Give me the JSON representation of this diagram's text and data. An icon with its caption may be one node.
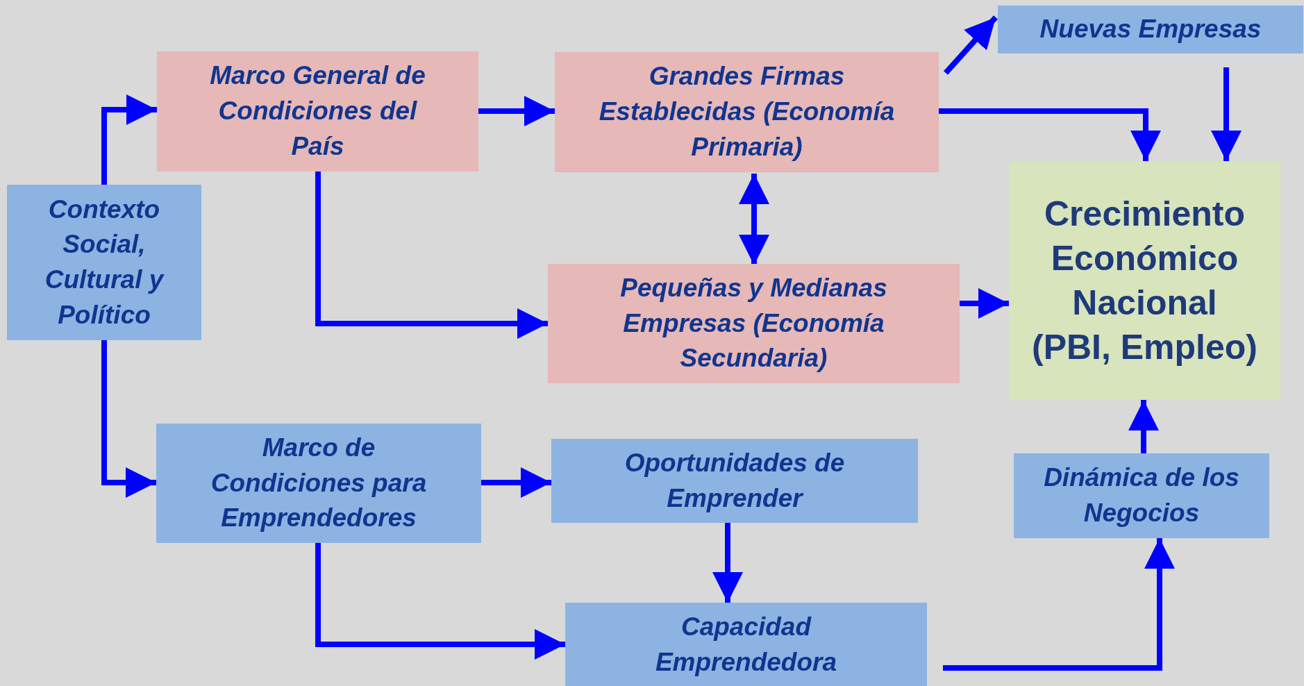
{
  "diagram": {
    "nodes": [
      {
        "text": [
          "Contexto Social, Cultural y Político"
        ]
      },
      {
        "text": [
          "Marco General de Condiciones del País"
        ]
      },
      {
        "text": [
          "Grandes Firmas Establecidas (Economía Primaria)"
        ]
      },
      {
        "text": [
          "Nuevas Empresas"
        ]
      },
      {
        "text": [
          "Crecimiento Económico Nacional (PBI, Empleo)"
        ]
      },
      {
        "text": [
          "Pequeñas y Medianas Empresas (Economía Secundaria)"
        ]
      },
      {
        "text": [
          "Marco de Condiciones para Emprendedores"
        ]
      },
      {
        "text": [
          "Oportunidades de Emprender"
        ]
      },
      {
        "text": [
          "Dinámica de los Negocios"
        ]
      },
      {
        "text": [
          "Capacidad Emprendedora"
        ]
      }
    ],
    "edges": [
      {
        "from": 0,
        "to": 1,
        "arrow": "to"
      },
      {
        "from": 0,
        "to": 6,
        "arrow": "to"
      },
      {
        "from": 1,
        "to": 2,
        "arrow": "to"
      },
      {
        "from": 1,
        "to": 5,
        "arrow": "to"
      },
      {
        "from": 2,
        "to": 3,
        "arrow": "to"
      },
      {
        "from": 2,
        "to": 4,
        "arrow": "to"
      },
      {
        "from": 3,
        "to": 4,
        "arrow": "to"
      },
      {
        "from": 2,
        "to": 5,
        "arrow": "both"
      },
      {
        "from": 5,
        "to": 4,
        "arrow": "to"
      },
      {
        "from": 6,
        "to": 7,
        "arrow": "to"
      },
      {
        "from": 6,
        "to": 9,
        "arrow": "to"
      },
      {
        "from": 7,
        "to": 9,
        "arrow": "to"
      },
      {
        "from": 9,
        "to": 8,
        "arrow": "to"
      },
      {
        "from": 8,
        "to": 4,
        "arrow": "to"
      }
    ]
  }
}
